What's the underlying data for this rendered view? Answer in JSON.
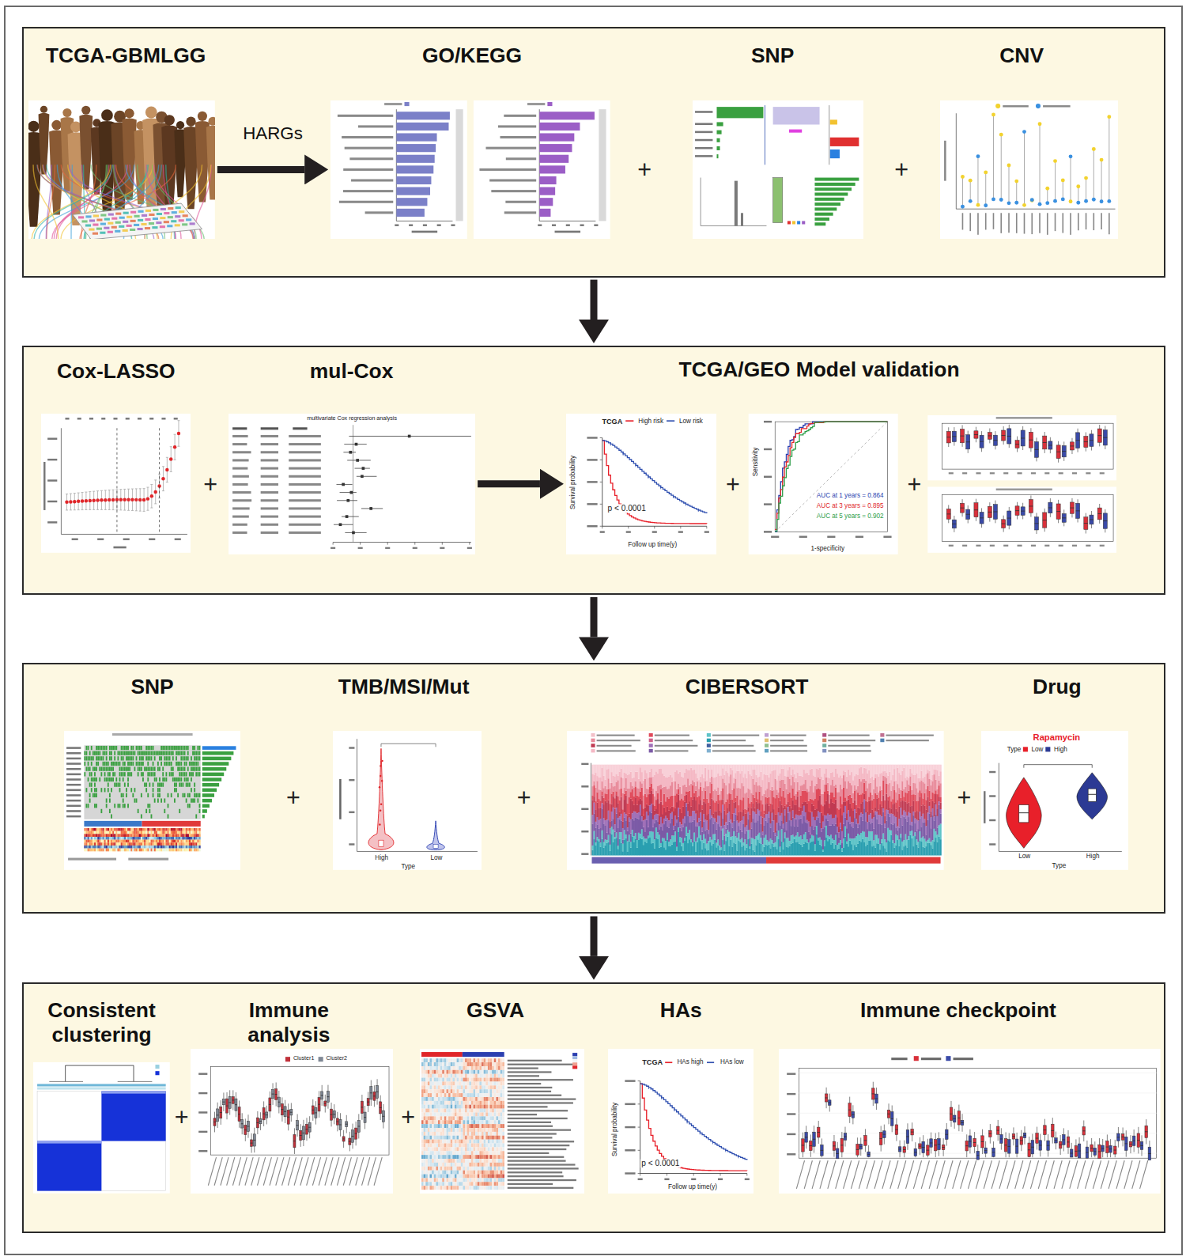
{
  "diagram": {
    "nodes": [
      {
        "text": []
      },
      {
        "text": [
          "TCGA-GBMLGG"
        ],
        "in": 0
      },
      {
        "text": [
          "GO/KEGG"
        ],
        "in": 0
      },
      {
        "text": [
          "SNP"
        ],
        "in": 0
      },
      {
        "text": [
          "CNV"
        ],
        "in": 0
      },
      {
        "text": []
      },
      {
        "text": [
          "Cox-LASSO"
        ],
        "in": 5
      },
      {
        "text": [
          "mul-Cox"
        ],
        "in": 5
      },
      {
        "text": [
          "TCGA/GEO Model validation"
        ],
        "in": 5
      },
      {
        "text": []
      },
      {
        "text": [
          "SNP"
        ],
        "in": 9
      },
      {
        "text": [
          "TMB/MSI/Mut"
        ],
        "in": 9
      },
      {
        "text": [
          "CIBERSORT"
        ],
        "in": 9
      },
      {
        "text": [
          "Drug"
        ],
        "in": 9
      },
      {
        "text": []
      },
      {
        "text": [
          "Consistent clustering"
        ],
        "in": 14
      },
      {
        "text": [
          "Immune analysis"
        ],
        "in": 14
      },
      {
        "text": [
          "GSVA"
        ],
        "in": 14
      },
      {
        "text": [
          "HAs"
        ],
        "in": 14
      },
      {
        "text": [
          "Immune checkpoint"
        ],
        "in": 14
      }
    ],
    "edges": [
      {
        "from": 0,
        "to": 5,
        "arrow": "to"
      },
      {
        "from": 5,
        "to": 9,
        "arrow": "to"
      },
      {
        "from": 9,
        "to": 14,
        "arrow": "to"
      },
      {
        "from": 1,
        "to": 2,
        "label": "HARGs",
        "arrow": "to"
      },
      {
        "from": 7,
        "to": 8,
        "arrow": "to"
      }
    ],
    "labels": [
      "+",
      "+",
      "+",
      "+",
      "+",
      "+",
      "+",
      "+",
      "+",
      "+",
      "TCGA",
      "High risk",
      "Low risk",
      "p < 0.0001",
      "Follow up time(y)",
      "Survival probability",
      "AUC at 1 years = 0.864",
      "AUC at 3 years = 0.895",
      "AUC at 5 years = 0.902",
      "Sensitivity",
      "1-specificity",
      "multivariate Cox regression analysis",
      "High",
      "Low",
      "Type",
      "Rapamycin",
      "Type",
      "Low",
      "High",
      "Low",
      "High",
      "Type",
      "Cluster1",
      "Cluster2",
      "TCGA",
      "HAs high",
      "HAs low",
      "p < 0.0001",
      "Follow up time(y)",
      "Survival probability"
    ]
  }
}
